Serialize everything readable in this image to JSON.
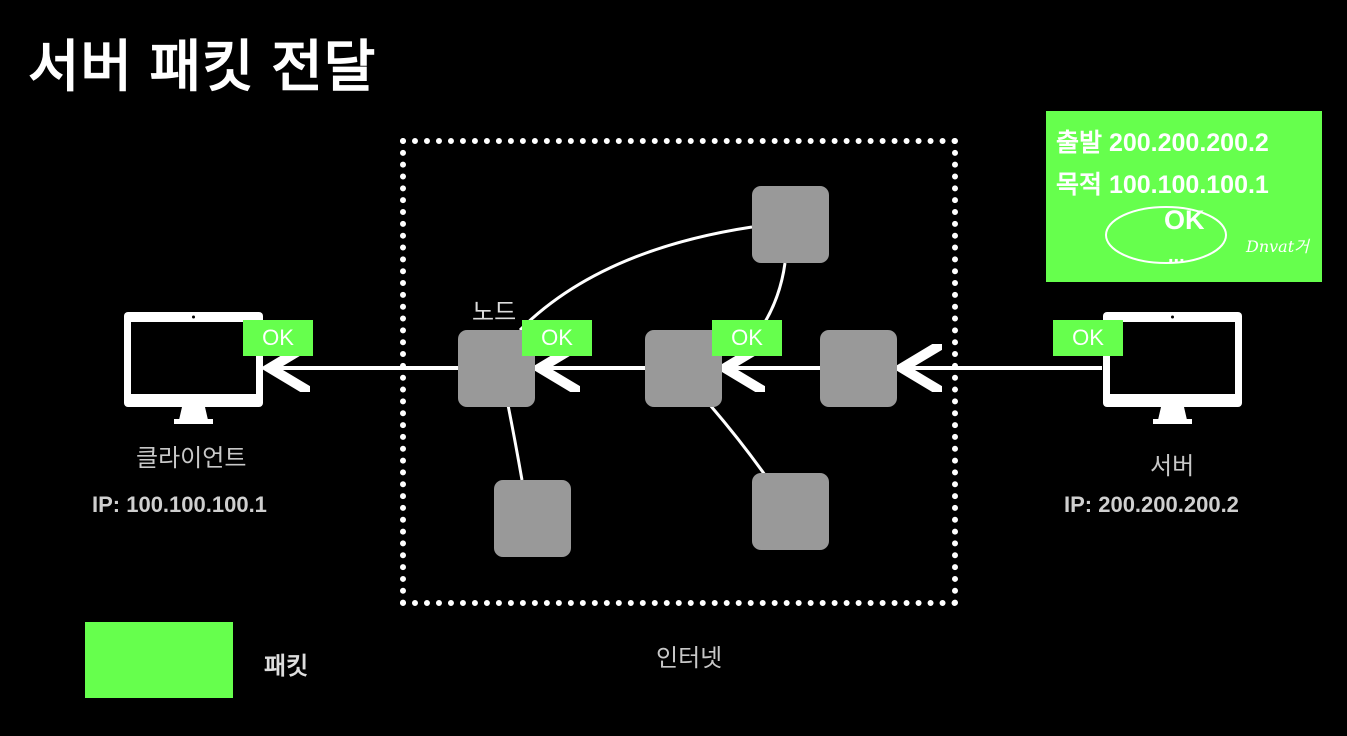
{
  "title": "서버 패킷 전달",
  "internet_label": "인터넷",
  "node_label": "노드",
  "client": {
    "name": "클라이언트",
    "ip": "IP: 100.100.100.1"
  },
  "server": {
    "name": "서버",
    "ip": "IP: 200.200.200.2"
  },
  "packet_tag": "OK",
  "info_box": {
    "source": "출발 200.200.200.2",
    "dest": "목적 100.100.100.1",
    "payload": "OK",
    "ellipsis": "...",
    "handwriting": "Dnvat거"
  },
  "legend": {
    "label": "패킷"
  },
  "colors": {
    "packet": "#66ff4d",
    "node": "#999999",
    "background": "#000000"
  }
}
